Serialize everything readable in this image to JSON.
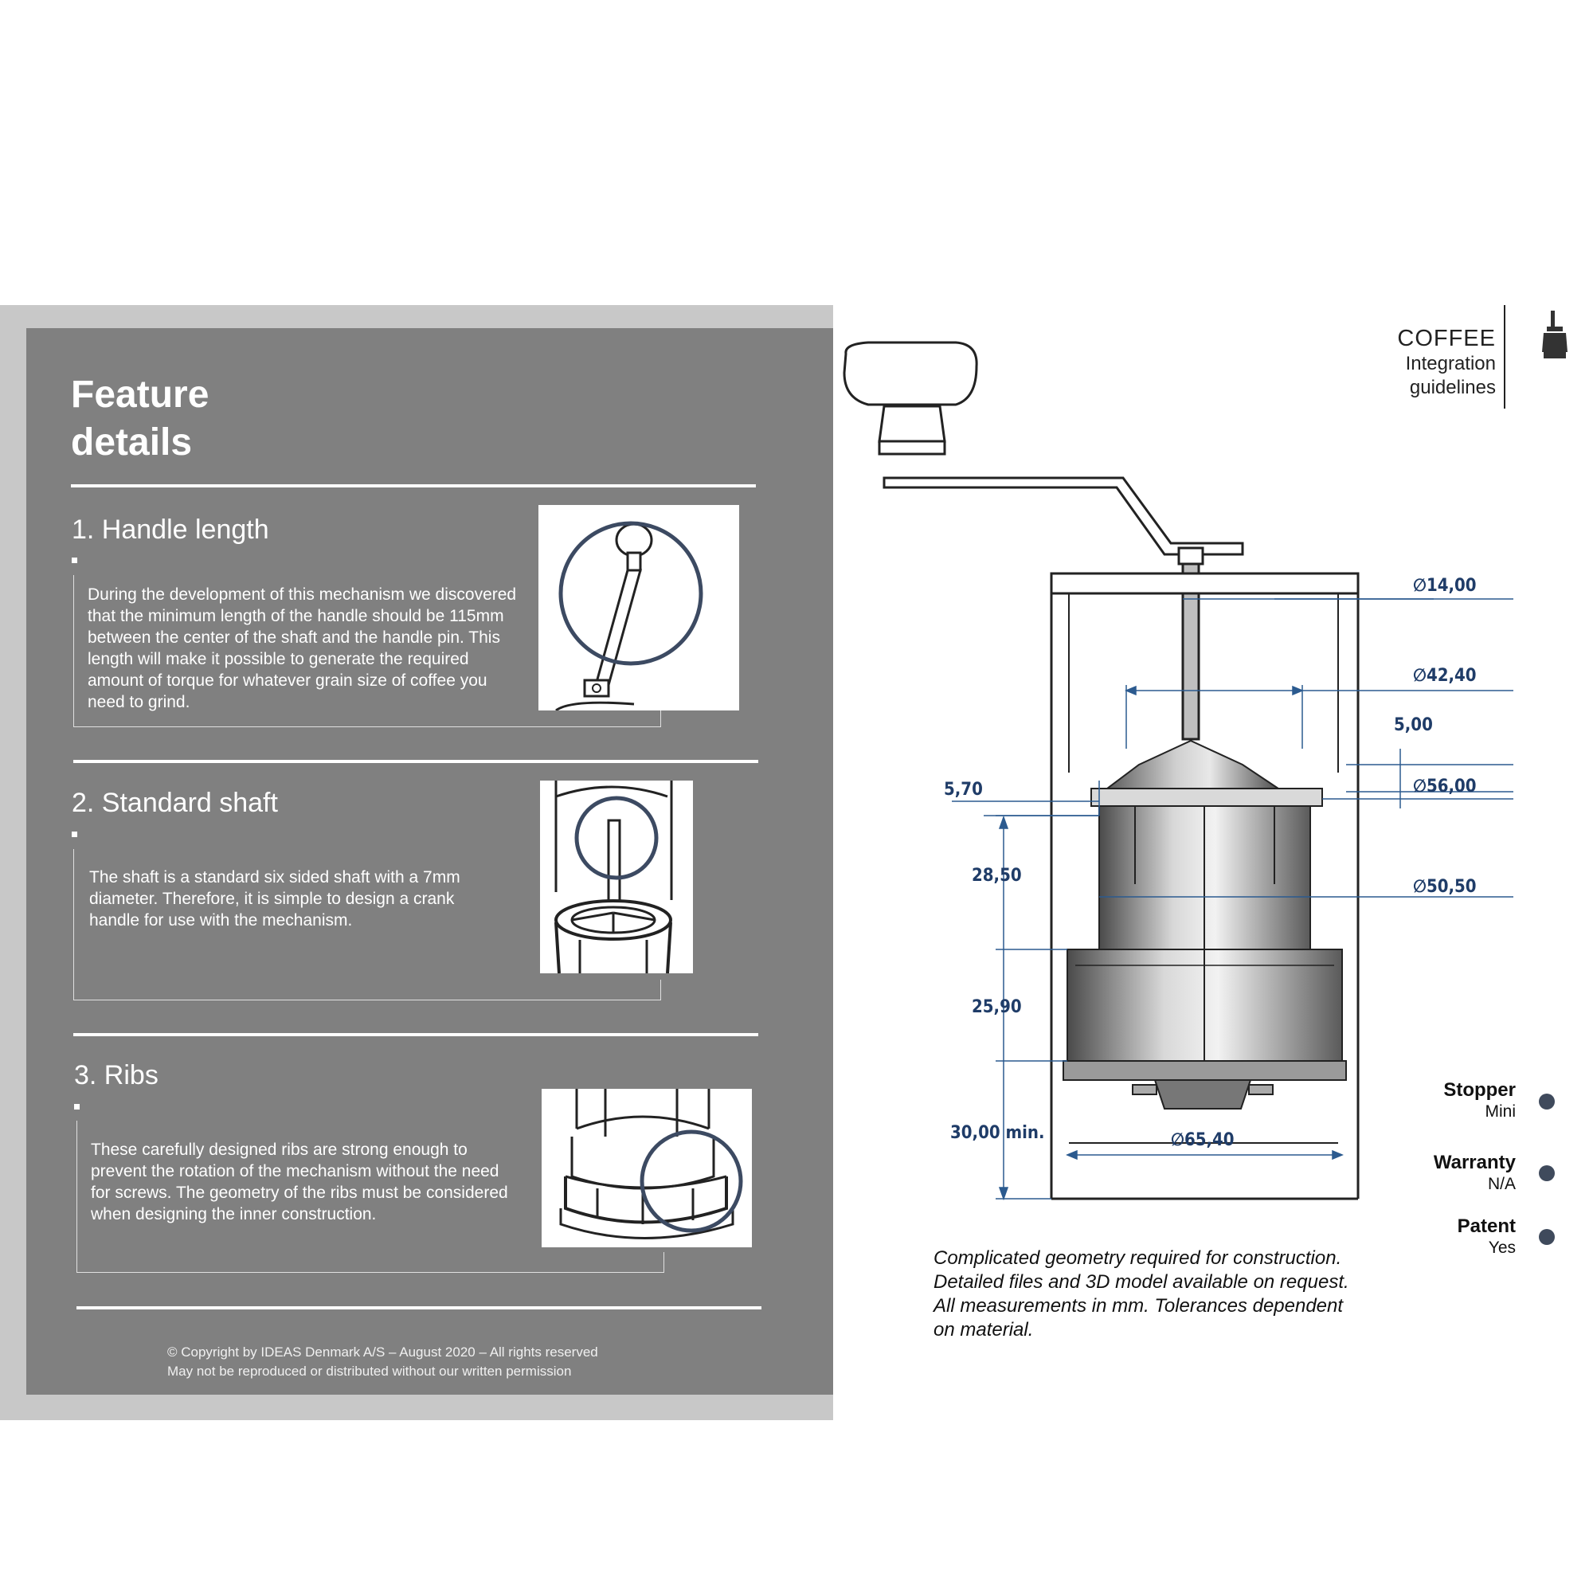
{
  "panel": {
    "title_line1": "Feature",
    "title_line2": "details",
    "sections": [
      {
        "heading": "1. Handle length",
        "body": "During the development of this mechanism we discovered that the minimum length of the handle should be 115mm between the center of the shaft and the handle pin. This length will make it possible to generate the required amount of torque for whatever grain size of coffee you need to grind."
      },
      {
        "heading": "2. Standard shaft",
        "body": "The shaft is a standard six sided shaft with a 7mm diameter. Therefore, it is simple to design a crank handle for use with the mechanism."
      },
      {
        "heading": "3. Ribs",
        "body": "These carefully designed ribs are strong enough to prevent the rotation of the mechanism without the need for screws. The geometry of the ribs must be considered when designing the inner construction."
      }
    ],
    "copyright_line1": "© Copyright by IDEAS Denmark A/S – August 2020 – All rights reserved",
    "copyright_line2": "May not be reproduced or distributed without our written permission"
  },
  "header": {
    "line1": "COFFEE",
    "line2": "Integration",
    "line3": "guidelines",
    "icon": "coffee-grinder-icon"
  },
  "drawing": {
    "dimensions": {
      "d14": "∅14,00",
      "d42": "∅42,40",
      "h5": "5,00",
      "d56": "∅56,00",
      "h570": "5,70",
      "h2850": "28,50",
      "d5050": "∅50,50",
      "h2590": "25,90",
      "h30": "30,00 min.",
      "d6540": "∅65,40"
    }
  },
  "caption": {
    "line1": "Complicated geometry required for construction.",
    "line2": "Detailed files and 3D model available on request.",
    "line3": "All measurements in mm. Tolerances dependent",
    "line4": "on material."
  },
  "specs": [
    {
      "label": "Stopper",
      "value": "Mini"
    },
    {
      "label": "Warranty",
      "value": "N/A"
    },
    {
      "label": "Patent",
      "value": "Yes"
    }
  ],
  "colors": {
    "panel_bg": "#808080",
    "panel_border": "#c8c8c8",
    "dimension_text": "#1f3c68",
    "highlight_circle": "#3c4a62",
    "spec_dot": "#3f4a5c"
  }
}
